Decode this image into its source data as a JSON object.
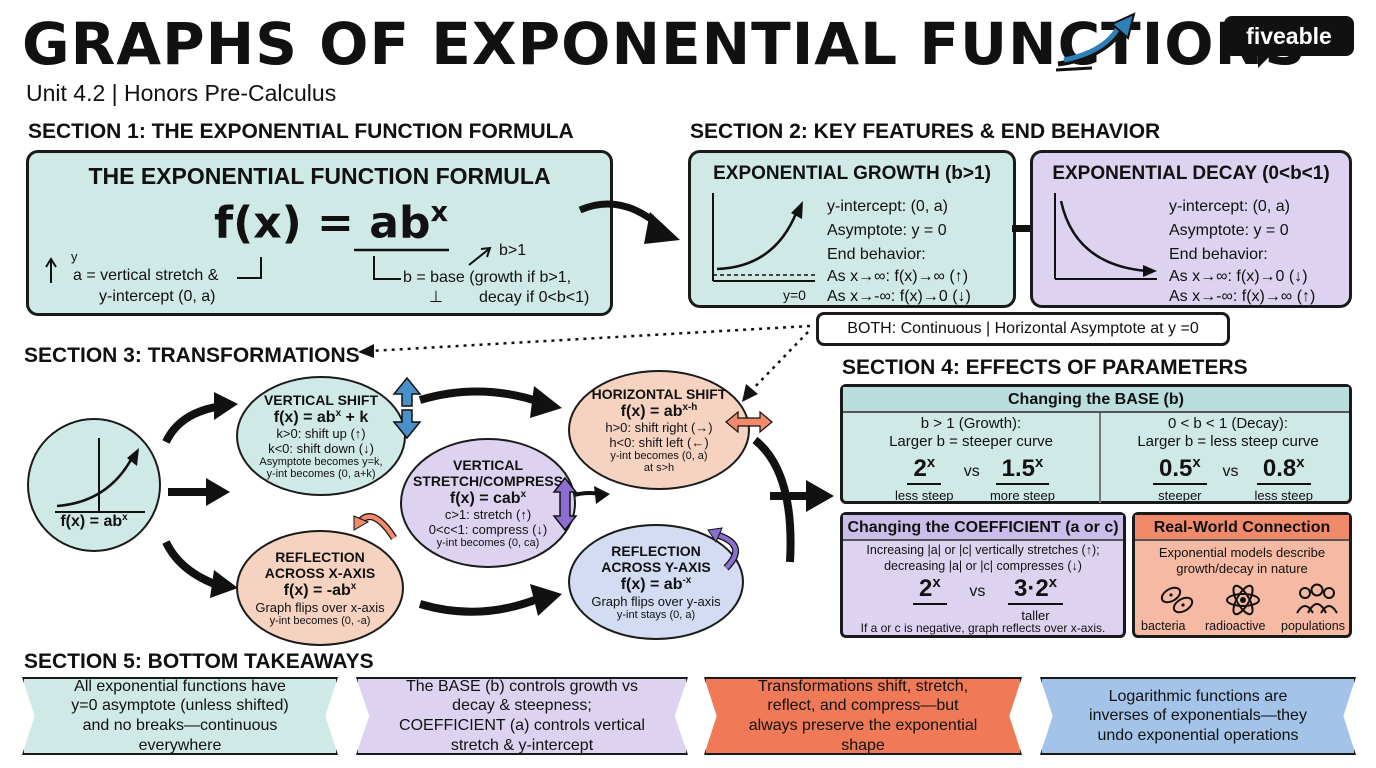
{
  "header": {
    "title": "GRAPHS OF EXPONENTIAL FUNCTIONS",
    "subtitle": "Unit 4.2 | Honors Pre-Calculus",
    "logo": "fiveable"
  },
  "section1": {
    "heading": "SECTION 1: THE EXPONENTIAL FUNCTION FORMULA",
    "box_title": "THE EXPONENTIAL FUNCTION FORMULA",
    "formula_base": "f(x) = ab",
    "formula_exp": "x",
    "y_label": "y",
    "a_line1": "a = vertical stretch &",
    "a_line2": "y-intercept (0, a)",
    "b_top": "b>1",
    "b_line1": "b = base (growth if b>1,",
    "b_line2": "decay if 0<b<1)",
    "bottom_glyph": "⊥"
  },
  "section2": {
    "heading": "SECTION 2: KEY FEATURES & END BEHAVIOR",
    "growth": {
      "title": "EXPONENTIAL GROWTH (b>1)",
      "intercept": "y-intercept: (0, a)",
      "asymptote": "Asymptote: y = 0",
      "end_label": "End behavior:",
      "pos": "As x→∞: f(x)→∞ (↑)",
      "neg": "As x→-∞: f(x)→0 (↓)",
      "axis_label": "y=0"
    },
    "decay": {
      "title": "EXPONENTIAL DECAY (0<b<1)",
      "intercept": "y-intercept: (0, a)",
      "asymptote": "Asymptote: y = 0",
      "end_label": "End behavior:",
      "pos": "As x→∞: f(x)→0 (↓)",
      "neg": "As x→-∞: f(x)→∞ (↑)"
    },
    "both": "BOTH: Continuous | Horizontal Asymptote at y =0"
  },
  "section3": {
    "heading": "SECTION 3: TRANSFORMATIONS",
    "center_label_base": "f(x) = ab",
    "center_label_exp": "x",
    "vertical_shift": {
      "title": "VERTICAL SHIFT",
      "formula_base": "f(x) = ab",
      "formula_exp": "x",
      "formula_tail": " + k",
      "l1": "k>0: shift up (↑)",
      "l2": "k<0: shift down (↓)",
      "l3": "Asymptote becomes y=k,",
      "l4": "y-int becomes (0, a+k)"
    },
    "stretch": {
      "title1": "VERTICAL",
      "title2": "STRETCH/COMPRESS",
      "formula_base": "f(x) = cab",
      "formula_exp": "x",
      "l1": "c>1: stretch (↑)",
      "l2": "0<c<1: compress (↓)",
      "l3": "y-int becomes (0, ca)"
    },
    "horizontal_shift": {
      "title": "HORIZONTAL SHIFT",
      "formula_base": "f(x) = ab",
      "formula_exp": "x-h",
      "l1": "h>0: shift right (→)",
      "l2": "h<0: shift left (←)",
      "l3": "y-int becomes (0, a)",
      "l4": "at s>h"
    },
    "reflect_x": {
      "title1": "REFLECTION",
      "title2": "ACROSS X-AXIS",
      "formula_base": "f(x) = -ab",
      "formula_exp": "x",
      "l1": "Graph flips over x-axis",
      "l2": "y-int becomes (0, -a)"
    },
    "reflect_y": {
      "title1": "REFLECTION",
      "title2": "ACROSS Y-AXIS",
      "formula_base": "f(x) = ab",
      "formula_exp": "-x",
      "l1": "Graph flips over y-axis",
      "l2": "y-int stays (0, a)"
    }
  },
  "section4": {
    "heading": "SECTION 4: EFFECTS OF PARAMETERS",
    "base": {
      "header": "Changing the BASE (b)",
      "growth_title": "b > 1 (Growth):",
      "growth_sub": "Larger b = steeper curve",
      "g_left_base": "2",
      "g_left_exp": "x",
      "g_left_label": "less steep",
      "g_right_base": "1.5",
      "g_right_exp": "x",
      "g_right_label": "more steep",
      "decay_title": "0 < b < 1 (Decay):",
      "decay_sub": "Larger b = less steep curve",
      "d_left_base": "0.5",
      "d_left_exp": "x",
      "d_left_label": "steeper",
      "d_right_base": "0.8",
      "d_right_exp": "x",
      "d_right_label": "less steep",
      "vs": "vs"
    },
    "coeff": {
      "header": "Changing the COEFFICIENT (a or c)",
      "l1": "Increasing |a| or |c| vertically stretches (↑);",
      "l2": "decreasing |a| or |c| compresses (↓)",
      "left_base": "2",
      "left_exp": "x",
      "right_base": "3·2",
      "right_exp": "x",
      "right_label": "taller",
      "vs": "vs",
      "note": "If a or c is negative, graph reflects over x-axis."
    },
    "real": {
      "header": "Real-World Connection",
      "l1": "Exponential models describe",
      "l2": "growth/decay in nature",
      "i1": "bacteria",
      "i2": "radioactive",
      "i3": "populations"
    }
  },
  "section5": {
    "heading": "SECTION 5: BOTTOM TAKEAWAYS",
    "t1": "All exponential functions have y=0 asymptote (unless shifted) and no breaks—continuous everywhere",
    "t2": "The BASE (b) controls growth vs decay & steepness; COEFFICIENT (a) controls vertical stretch & y-intercept",
    "t3": "Transformations shift, stretch, reflect, and compress—but always preserve the exponential shape",
    "t4": "Logarithmic functions are inverses of exponentials—they undo exponential operations"
  },
  "colors": {
    "teal": "#cfe9e7",
    "lavender": "#ddd3f1",
    "peach": "#f6d3c1",
    "blue_oval": "#d3dcf3",
    "orange_banner": "#f07a58",
    "blue_banner": "#a3c3e8",
    "coral": "#f6b9a4",
    "arrow_blue": "#2f7fb8"
  }
}
